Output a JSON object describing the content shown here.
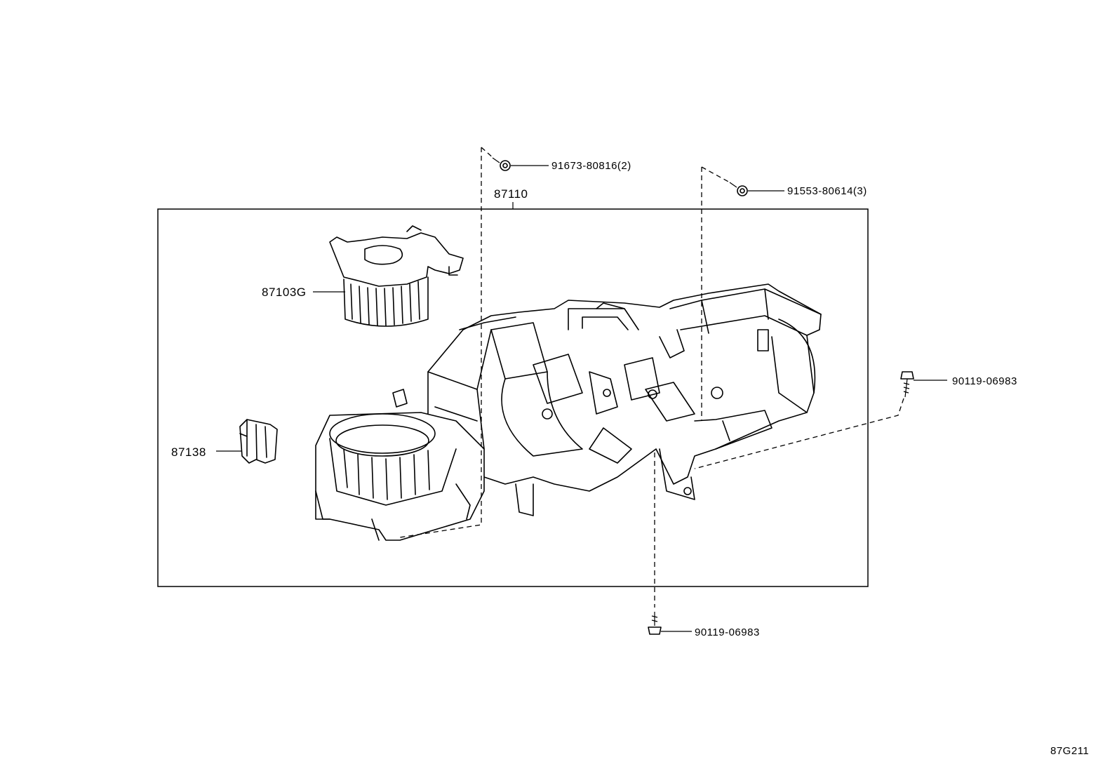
{
  "callouts": {
    "assembly": "87110",
    "blower_motor": "87103G",
    "resistor": "87138",
    "screw_top_left": "91673-80816(2)",
    "screw_top_right": "91553-80614(3)",
    "bolt_right": "90119-06983",
    "bolt_bottom": "90119-06983"
  },
  "diagram_code": "87G211",
  "icons": [
    "screw-icon",
    "bolt-icon",
    "blower-motor-icon",
    "resistor-icon",
    "heater-unit-icon"
  ]
}
